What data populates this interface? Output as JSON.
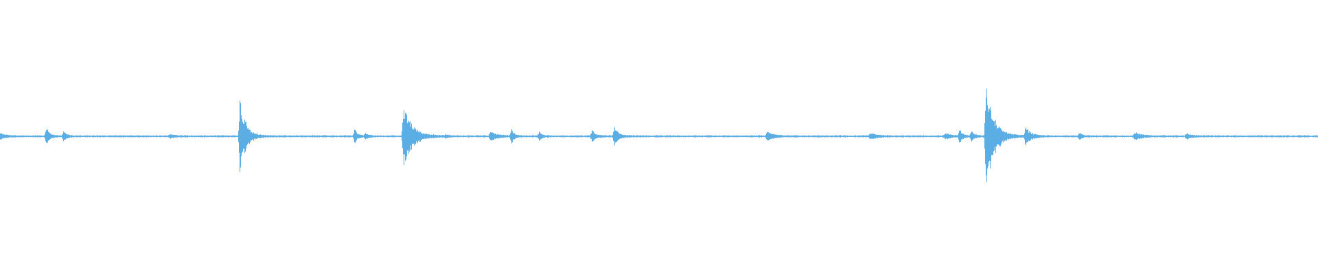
{
  "waveform": {
    "color": "#5aaee3",
    "background": "#ffffff",
    "peaks": [
      {
        "t": 0.0,
        "amp": 0.02,
        "decay": 0.004
      },
      {
        "t": 0.035,
        "amp": 0.07,
        "decay": 0.002
      },
      {
        "t": 0.048,
        "amp": 0.04,
        "decay": 0.002
      },
      {
        "t": 0.129,
        "amp": 0.012,
        "decay": 0.003
      },
      {
        "t": 0.182,
        "amp": 0.29,
        "decay": 0.004
      },
      {
        "t": 0.269,
        "amp": 0.05,
        "decay": 0.002
      },
      {
        "t": 0.277,
        "amp": 0.02,
        "decay": 0.002
      },
      {
        "t": 0.306,
        "amp": 0.25,
        "decay": 0.006
      },
      {
        "t": 0.338,
        "amp": 0.01,
        "decay": 0.002
      },
      {
        "t": 0.372,
        "amp": 0.04,
        "decay": 0.004
      },
      {
        "t": 0.388,
        "amp": 0.05,
        "decay": 0.002
      },
      {
        "t": 0.409,
        "amp": 0.035,
        "decay": 0.002
      },
      {
        "t": 0.449,
        "amp": 0.04,
        "decay": 0.003
      },
      {
        "t": 0.466,
        "amp": 0.07,
        "decay": 0.003
      },
      {
        "t": 0.582,
        "amp": 0.035,
        "decay": 0.004
      },
      {
        "t": 0.66,
        "amp": 0.02,
        "decay": 0.005
      },
      {
        "t": 0.717,
        "amp": 0.02,
        "decay": 0.004
      },
      {
        "t": 0.728,
        "amp": 0.05,
        "decay": 0.002
      },
      {
        "t": 0.737,
        "amp": 0.04,
        "decay": 0.002
      },
      {
        "t": 0.748,
        "amp": 0.36,
        "decay": 0.006
      },
      {
        "t": 0.778,
        "amp": 0.06,
        "decay": 0.004
      },
      {
        "t": 0.819,
        "amp": 0.025,
        "decay": 0.002
      },
      {
        "t": 0.861,
        "amp": 0.03,
        "decay": 0.004
      },
      {
        "t": 0.9,
        "amp": 0.02,
        "decay": 0.004
      }
    ]
  }
}
